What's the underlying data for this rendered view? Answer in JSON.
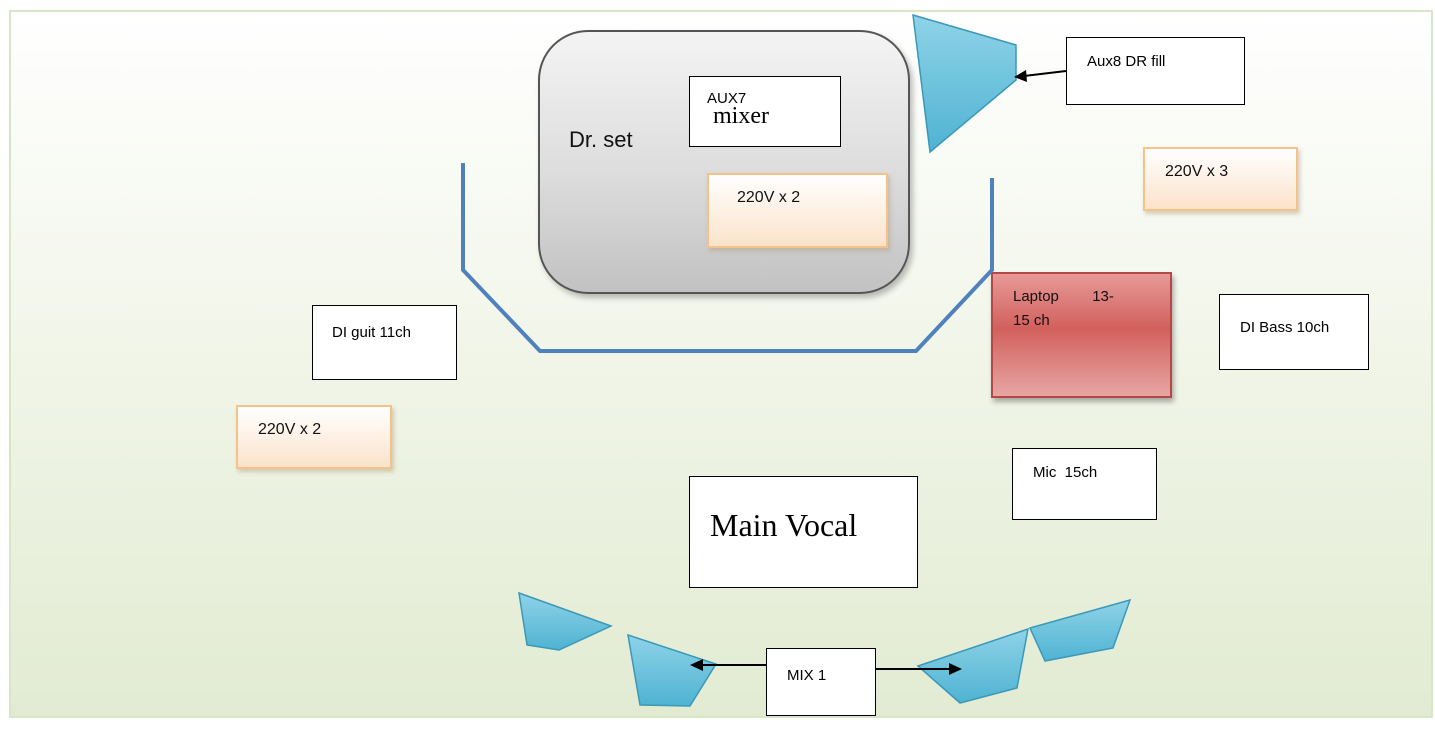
{
  "labels": {
    "drum_set": "Dr. set",
    "aux7": "AUX7",
    "mixer": "mixer",
    "drum_power": "220V x 2",
    "aux8": "Aux8 DR fill",
    "power_right": "220V x 3",
    "di_guit": "DI guit 11ch",
    "power_left": "220V x 2",
    "laptop_line1": "Laptop        13-",
    "laptop_line2": "15 ch",
    "di_bass": "DI Bass 10ch",
    "mic": "Mic  15ch",
    "main_vocal": "Main Vocal",
    "mix1": "MIX 1"
  },
  "colors": {
    "wedge_fill": "#5bbcd8",
    "wedge_stroke": "#3a98b8",
    "bracket": "#4f81bd",
    "arrow": "#000000"
  },
  "icons": {
    "monitor": "wedge-monitor-icon"
  }
}
